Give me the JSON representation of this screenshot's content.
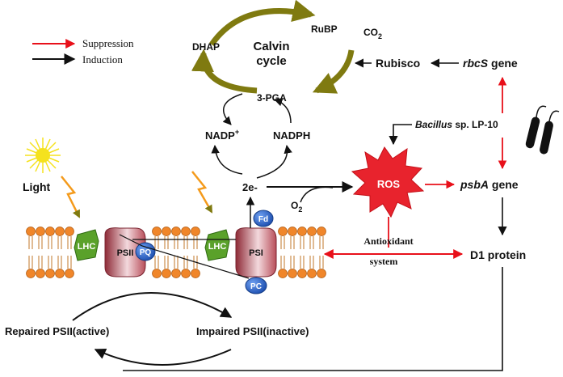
{
  "legend": {
    "suppression": "Suppression",
    "induction": "Induction"
  },
  "calvin": {
    "cycle_line1": "Calvin",
    "cycle_line2": "cycle",
    "rubp": "RuBP",
    "co2_main": "CO",
    "co2_sub": "2",
    "dhap": "DHAP",
    "pga": "3-PGA"
  },
  "nadp": {
    "nadp_main": "NADP",
    "nadp_sup": "+",
    "nadph": "NADPH"
  },
  "rubisco": "Rubisco",
  "rbcs": {
    "gene_italic": "rbcS",
    "gene_suffix": " gene"
  },
  "bacillus": {
    "italic": "Bacillus",
    "suffix": " sp. LP-10"
  },
  "ros": "ROS",
  "psba": {
    "gene_italic": "psbA",
    "gene_suffix": " gene"
  },
  "o2": {
    "main": "O",
    "sub": "2"
  },
  "electrons": "2e-",
  "light": "Light",
  "membrane": {
    "lhc1": "LHC",
    "psii": "PSII",
    "pq": "PQ",
    "lhc2": "LHC",
    "psi": "PSI",
    "fd": "Fd",
    "pc": "PC"
  },
  "antioxidant": {
    "line1": "Antioxidant",
    "line2": "system"
  },
  "d1": "D1 protein",
  "repaired": "Repaired PSII(active)",
  "impaired": "Impaired PSII(inactive)",
  "colors": {
    "suppression": "#e8101a",
    "induction": "#111111",
    "calvin_arrow": "#7f7a10",
    "ros": "#e8232d",
    "lhc": "#5aa12a",
    "psii": "#b84e5a",
    "carrier": "#2f6fd0",
    "lipid_head": "#f0862a",
    "sun": "#f5e21e",
    "bolt": "#f49a1b"
  }
}
